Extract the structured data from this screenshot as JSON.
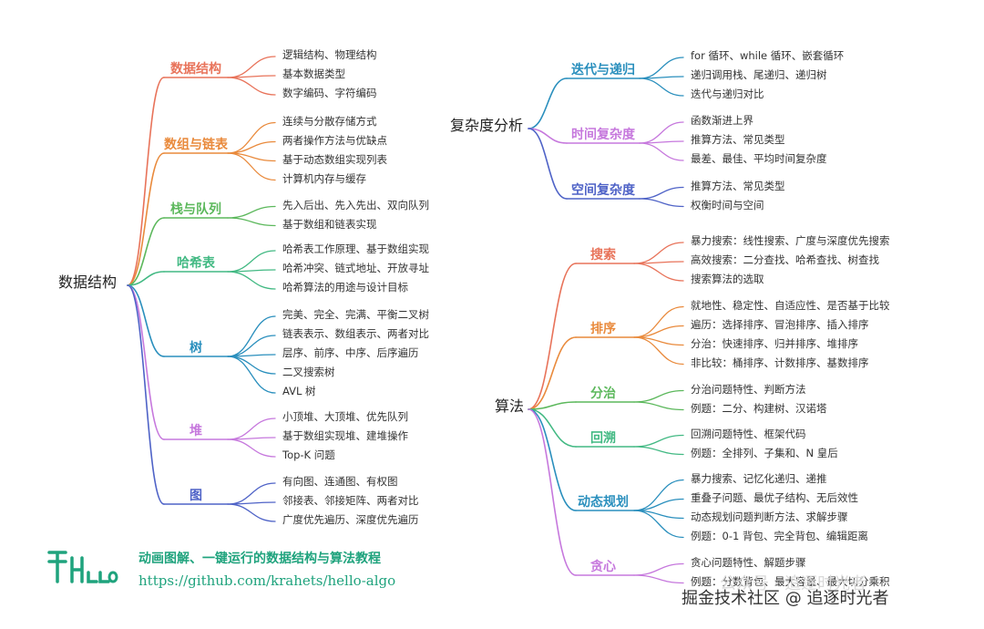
{
  "colors": {
    "数据结构": "#e8735a",
    "数组与链表": "#e98a3c",
    "栈与队列": "#5cb85c",
    "哈希表": "#42b983",
    "树": "#2a8fbd",
    "堆": "#c678dd",
    "图": "#4f63c7",
    "迭代与递归": "#2a8fbd",
    "时间复杂度": "#c678dd",
    "空间复杂度": "#4f63c7",
    "搜索": "#e8735a",
    "排序": "#e98a3c",
    "分治": "#5cb85c",
    "回溯": "#42b983",
    "动态规划": "#2a8fbd",
    "贪心": "#c678dd",
    "root": "#9ba5b3",
    "brand": "#1fa37d"
  },
  "left": {
    "root": "数据结构",
    "branches": [
      {
        "name": "数据结构",
        "leaves": [
          "逻辑结构、物理结构",
          "基本数据类型",
          "数字编码、字符编码"
        ]
      },
      {
        "name": "数组与链表",
        "leaves": [
          "连续与分散存储方式",
          "两者操作方法与优缺点",
          "基于动态数组实现列表",
          "计算机内存与缓存"
        ]
      },
      {
        "name": "栈与队列",
        "leaves": [
          "先入后出、先入先出、双向队列",
          "基于数组和链表实现"
        ]
      },
      {
        "name": "哈希表",
        "leaves": [
          "哈希表工作原理、基于数组实现",
          "哈希冲突、链式地址、开放寻址",
          "哈希算法的用途与设计目标"
        ]
      },
      {
        "name": "树",
        "leaves": [
          "完美、完全、完满、平衡二叉树",
          "链表表示、数组表示、两者对比",
          "层序、前序、中序、后序遍历",
          "二叉搜索树",
          "AVL 树"
        ]
      },
      {
        "name": "堆",
        "leaves": [
          "小顶堆、大顶堆、优先队列",
          "基于数组实现堆、建堆操作",
          "Top-K 问题"
        ]
      },
      {
        "name": "图",
        "leaves": [
          "有向图、连通图、有权图",
          "邻接表、邻接矩阵、两者对比",
          "广度优先遍历、深度优先遍历"
        ]
      }
    ]
  },
  "complexity": {
    "root": "复杂度分析",
    "branches": [
      {
        "name": "迭代与递归",
        "leaves": [
          "for 循环、while 循环、嵌套循环",
          "递归调用栈、尾递归、递归树",
          "迭代与递归对比"
        ]
      },
      {
        "name": "时间复杂度",
        "leaves": [
          "函数渐进上界",
          "推算方法、常见类型",
          "最差、最佳、平均时间复杂度"
        ]
      },
      {
        "name": "空间复杂度",
        "leaves": [
          "推算方法、常见类型",
          "权衡时间与空间"
        ]
      }
    ]
  },
  "algo": {
    "root": "算法",
    "branches": [
      {
        "name": "搜索",
        "leaves": [
          "暴力搜索：线性搜索、广度与深度优先搜索",
          "高效搜索：二分查找、哈希查找、树查找",
          "搜索算法的选取"
        ]
      },
      {
        "name": "排序",
        "leaves": [
          "就地性、稳定性、自适应性、是否基于比较",
          "遍历：选择排序、冒泡排序、插入排序",
          "分治：快速排序、归并排序、堆排序",
          "非比较：桶排序、计数排序、基数排序"
        ]
      },
      {
        "name": "分治",
        "leaves": [
          "分治问题特性、判断方法",
          "例题：二分、构建树、汉诺塔"
        ]
      },
      {
        "name": "回溯",
        "leaves": [
          "回溯问题特性、框架代码",
          "例题：全排列、子集和、N 皇后"
        ]
      },
      {
        "name": "动态规划",
        "leaves": [
          "暴力搜索、记忆化递归、递推",
          "重叠子问题、最优子结构、无后效性",
          "动态规划问题判断方法、求解步骤",
          "例题：0-1 背包、完全背包、编辑距离"
        ]
      },
      {
        "name": "贪心",
        "leaves": [
          "贪心问题特性、解题步骤",
          "例题：分数背包、最大容量、最大切分乘积"
        ]
      }
    ]
  },
  "banner": {
    "logo": "HELLO",
    "title": "动画图解、一键运行的数据结构与算法教程",
    "url": "https://github.com/krahets/hello-algo"
  },
  "watermark": {
    "ghost": "公众号 · 追逐时光者",
    "main": "掘金技术社区 @ 追逐时光者"
  }
}
